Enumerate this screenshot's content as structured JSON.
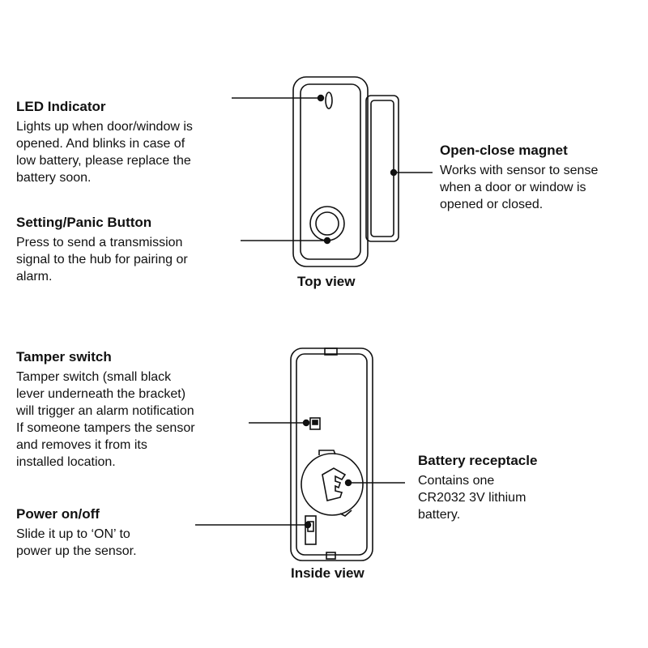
{
  "top_view": {
    "caption": "Top view",
    "led": {
      "title": "LED Indicator",
      "lines": [
        "Lights up when door/window is",
        "opened. And blinks in case of",
        "low battery, please replace the",
        "battery soon."
      ]
    },
    "button": {
      "title": "Setting/Panic Button",
      "lines": [
        "Press to send a transmission",
        "signal to the hub for pairing or",
        "alarm."
      ]
    },
    "magnet": {
      "title": "Open-close magnet",
      "lines": [
        "Works with sensor to sense",
        "when a door or window is",
        "opened or closed."
      ]
    }
  },
  "inside_view": {
    "caption": "Inside view",
    "tamper": {
      "title": "Tamper switch",
      "lines": [
        "Tamper switch (small black",
        "lever underneath the bracket)",
        "will trigger an alarm notification",
        "If someone tampers the sensor",
        "and removes it from its",
        "installed location."
      ]
    },
    "power": {
      "title": "Power on/off",
      "lines": [
        "Slide it up to ‘ON’ to",
        "power up the sensor."
      ]
    },
    "battery": {
      "title": "Battery receptacle",
      "lines": [
        "Contains one",
        "CR2032 3V lithium",
        "battery."
      ]
    }
  },
  "colors": {
    "line": "#111111",
    "background": "#ffffff"
  }
}
